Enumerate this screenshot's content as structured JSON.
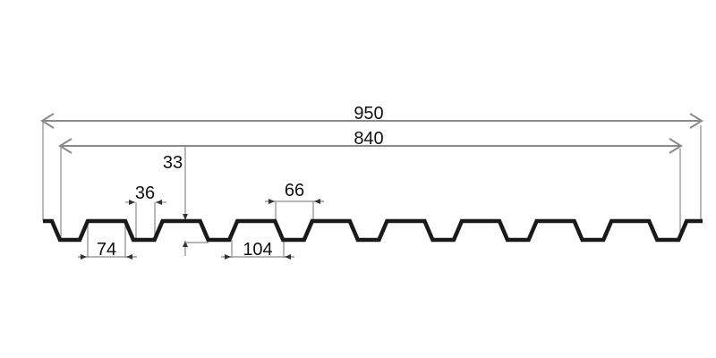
{
  "title": "Trapezoidal sheet profile",
  "dimensions": {
    "overall_width": "950",
    "effective_width": "840",
    "height": "33",
    "bottom_flange": "36",
    "top_flange_inner": "74",
    "top_flange": "66",
    "rib_bottom_span": "104"
  },
  "profile": {
    "ribs": 8
  },
  "colors": {
    "profile": "#1a1a1a",
    "dimension_lines": "#8a8a8a"
  }
}
